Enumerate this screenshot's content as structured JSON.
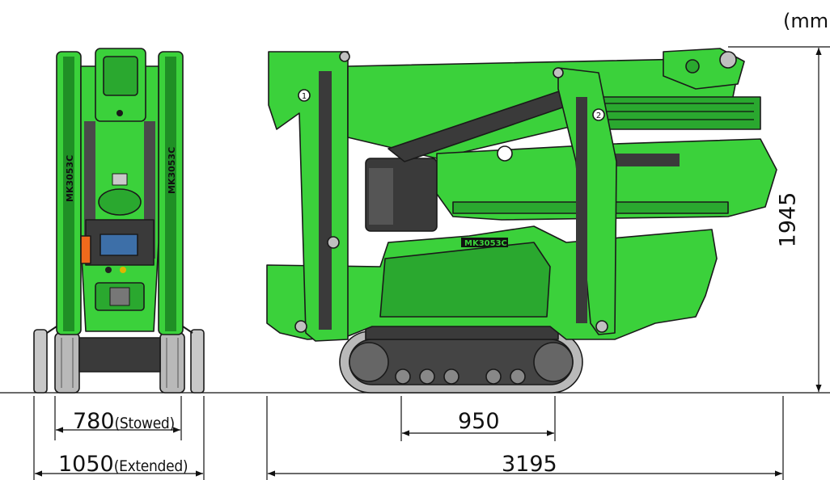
{
  "units": "(mm)",
  "model_badge": "MK3053C",
  "markers": {
    "one": "1",
    "two": "2"
  },
  "dimensions": {
    "height": {
      "value": "1945"
    },
    "track_width_stowed": {
      "value": "780",
      "note": "(Stowed)"
    },
    "track_width_extended": {
      "value": "1050",
      "note": "(Extended)"
    },
    "track_length": {
      "value": "950"
    },
    "overall_length": {
      "value": "3195"
    }
  },
  "colors": {
    "machine_green": "#3bd13b",
    "machine_green_dark": "#1f8f25",
    "outline": "#1a1a1a",
    "track_gray": "#b9b9b9",
    "undercarriage_dark": "#3a3a3a",
    "panel_orange": "#f06a1c",
    "screen_blue": "#3d6fa8"
  }
}
